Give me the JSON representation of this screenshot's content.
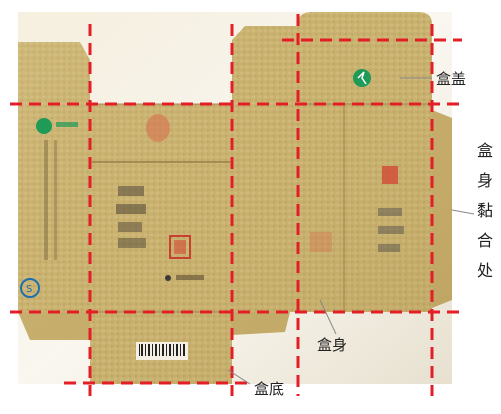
{
  "labels": {
    "lid": "盒盖",
    "body": "盒身",
    "bottom": "盒底",
    "glue_flap": [
      "盒",
      "身",
      "黏",
      "合",
      "处"
    ]
  },
  "colors": {
    "paper_light": "#d2bd84",
    "paper_mid": "#c3a966",
    "paper_dark": "#a88d4a",
    "cut_line": "#e41e26",
    "leader_line": "#888888",
    "logo_green": "#1f9a57",
    "seal_red": "#d24a36"
  }
}
